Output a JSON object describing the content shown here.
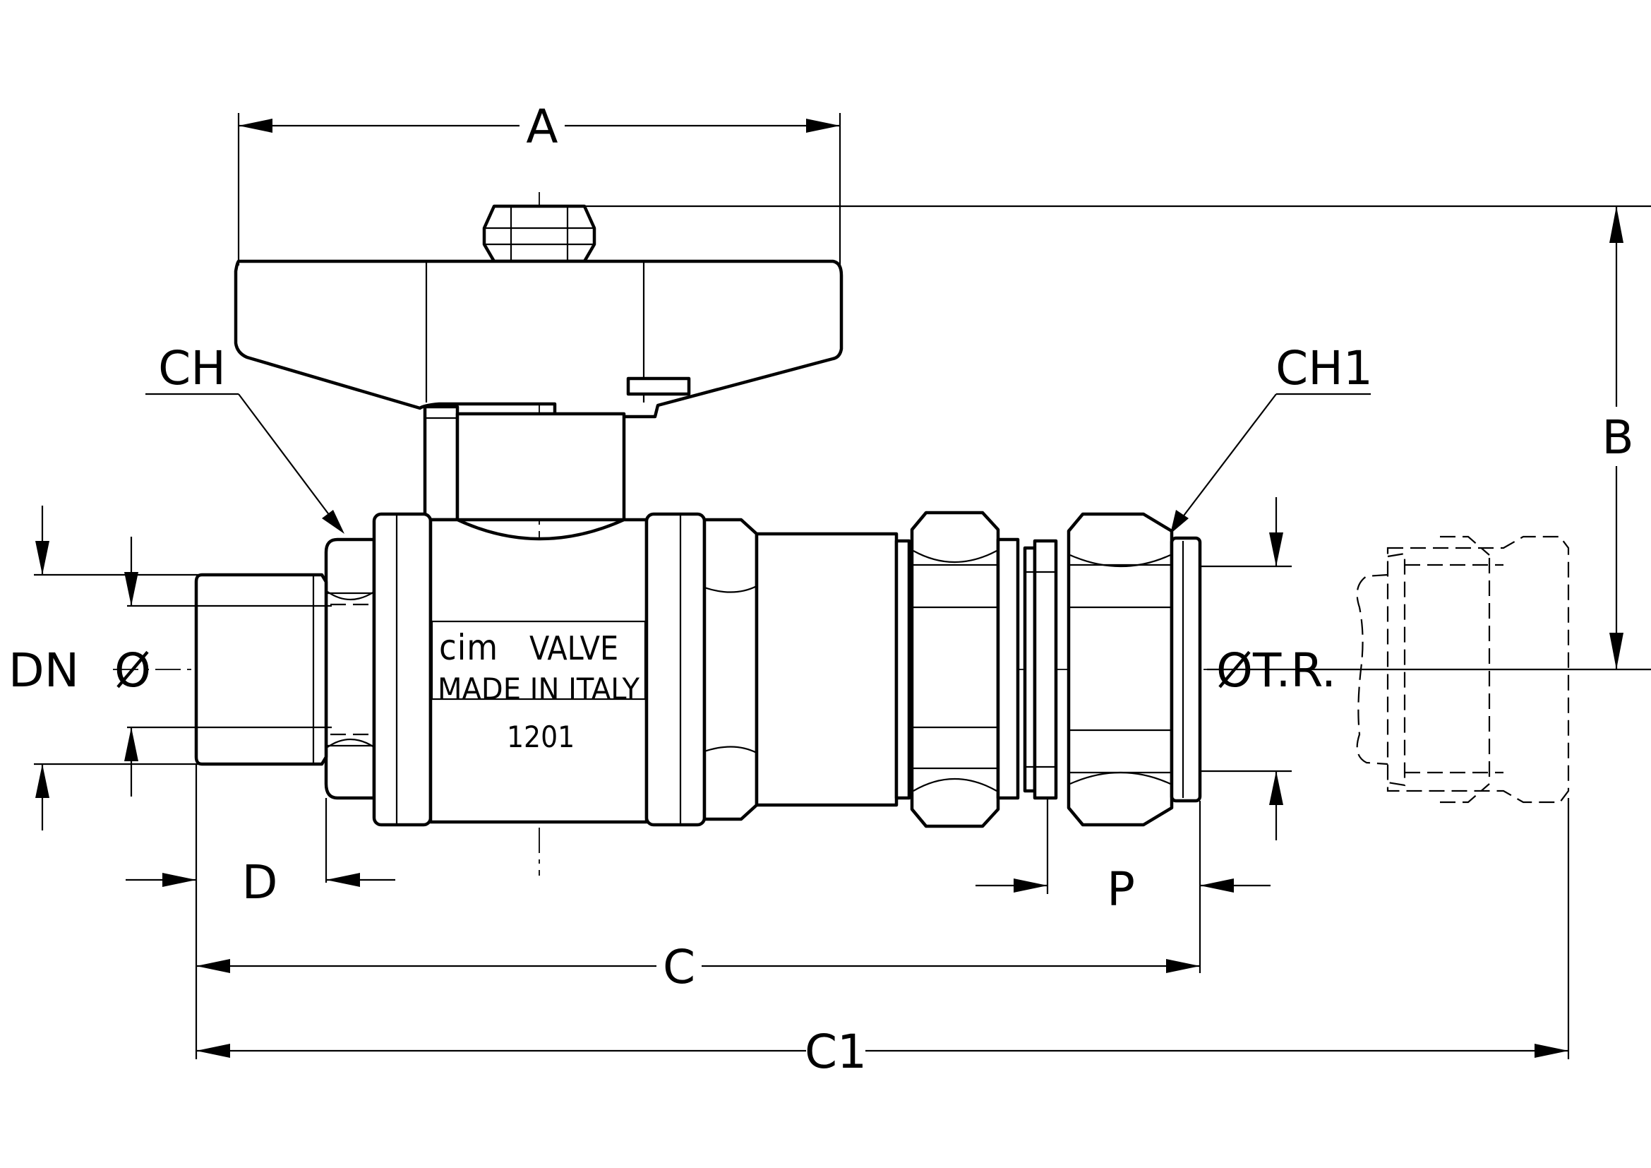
{
  "labels": {
    "A": "A",
    "B": "B",
    "CH": "CH",
    "CH1": "CH1",
    "DN": "DN",
    "phi": "Ø",
    "phi_tr": "ØT.R.",
    "D": "D",
    "P": "P",
    "C": "C",
    "C1": "C1"
  },
  "body_marking": {
    "brand": "cim",
    "valve": "VALVE",
    "origin": "MADE IN ITALY",
    "code": "1201"
  }
}
